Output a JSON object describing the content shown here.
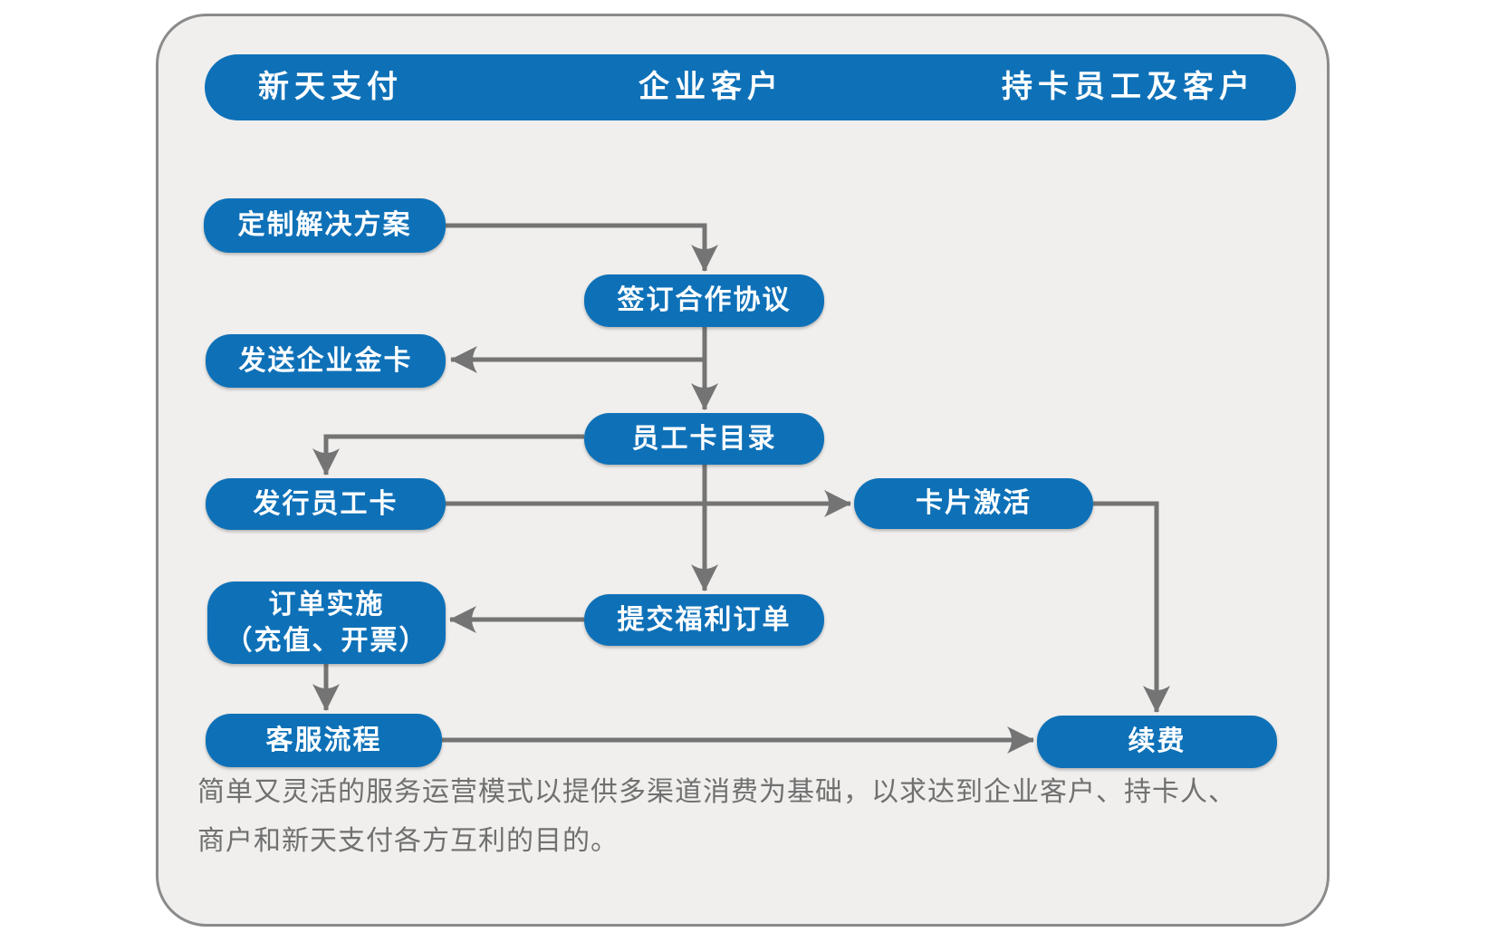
{
  "header": {
    "columns": [
      "新天支付",
      "企业客户",
      "持卡员工及客户"
    ]
  },
  "nodes": {
    "custom_solution": {
      "label": "定制解决方案"
    },
    "sign_agreement": {
      "label": "签订合作协议"
    },
    "send_gold_card": {
      "label": "发送企业金卡"
    },
    "employee_card_catalog": {
      "label": "员工卡目录"
    },
    "issue_employee_card": {
      "label": "发行员工卡"
    },
    "card_activation": {
      "label": "卡片激活"
    },
    "order_implementation": {
      "label": "订单实施",
      "label2": "（充值、开票）"
    },
    "submit_welfare_order": {
      "label": "提交福利订单"
    },
    "customer_service": {
      "label": "客服流程"
    },
    "renewal": {
      "label": "续费"
    }
  },
  "edges": [
    {
      "from": "custom_solution",
      "to": "sign_agreement"
    },
    {
      "from": "sign_agreement",
      "to": "send_gold_card"
    },
    {
      "from": "sign_agreement",
      "to": "employee_card_catalog"
    },
    {
      "from": "employee_card_catalog",
      "to": "issue_employee_card"
    },
    {
      "from": "issue_employee_card",
      "to": "card_activation"
    },
    {
      "from": "employee_card_catalog",
      "to": "submit_welfare_order"
    },
    {
      "from": "submit_welfare_order",
      "to": "order_implementation"
    },
    {
      "from": "card_activation",
      "to": "renewal"
    },
    {
      "from": "order_implementation",
      "to": "customer_service"
    },
    {
      "from": "customer_service",
      "to": "renewal"
    }
  ],
  "footer": {
    "line1": "简单又灵活的服务运营模式以提供多渠道消费为基础，以求达到企业客户、持卡人、",
    "line2": "商户和新天支付各方互利的目的。"
  },
  "colors": {
    "node_blue": "#0e71b8",
    "arrow_gray": "#747474",
    "panel_background": "#f0efed",
    "panel_border": "#8b8b8b",
    "footer_text": "#707070",
    "node_text": "#ffffff"
  }
}
